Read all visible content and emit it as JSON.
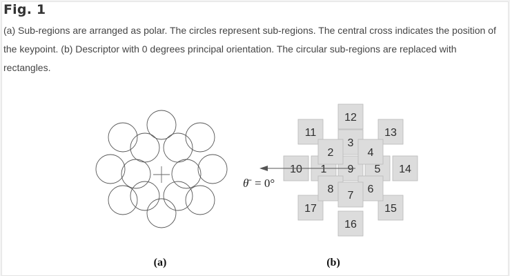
{
  "figure": {
    "title": "Fig. 1",
    "caption": "(a) Sub-regions are arranged as polar. The circles represent sub-regions. The central cross indicates the position of the keypoint. (b) Descriptor with 0 degrees principal orientation. The circular sub-regions are replaced with rectangles."
  },
  "panel_a": {
    "label": "(a)"
  },
  "panel_b": {
    "label": "(b)",
    "orientation_symbol": "θ̄",
    "orientation_text": "= 0°",
    "regions": [
      "1",
      "2",
      "3",
      "4",
      "5",
      "6",
      "7",
      "8",
      "9",
      "10",
      "11",
      "12",
      "13",
      "14",
      "15",
      "16",
      "17"
    ]
  }
}
